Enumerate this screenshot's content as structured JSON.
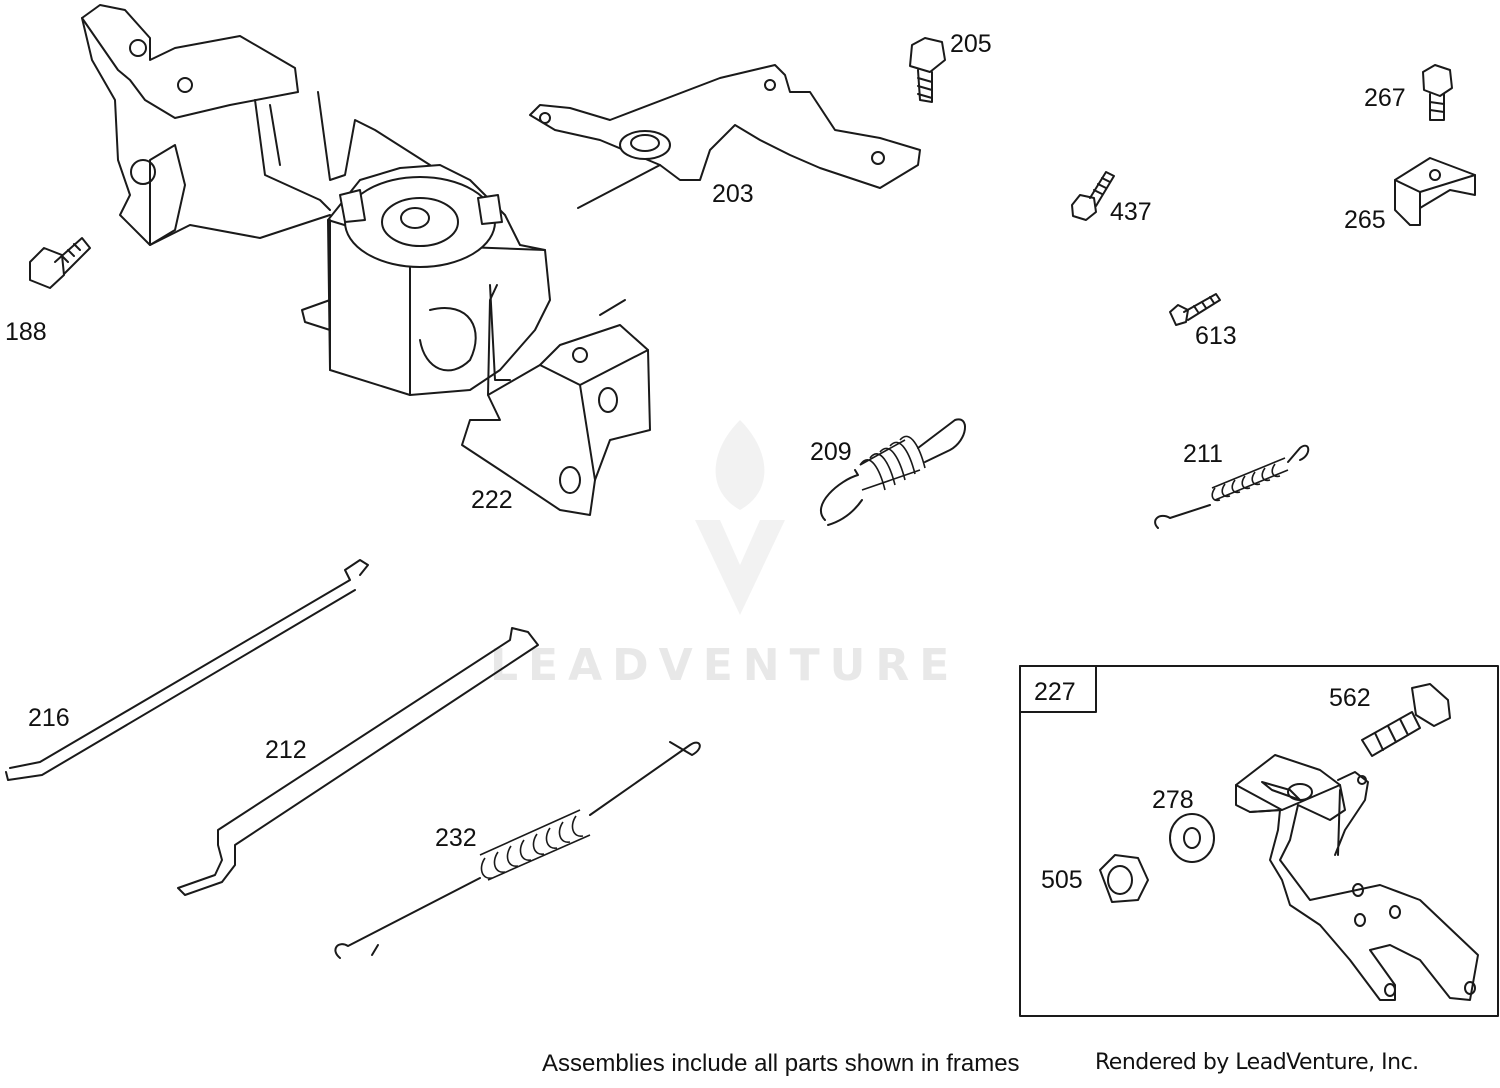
{
  "watermark": "LEADVENTURE",
  "frame_label": "227",
  "part_labels": {
    "p188": "188",
    "p203": "203",
    "p205": "205",
    "p267": "267",
    "p437": "437",
    "p265": "265",
    "p613": "613",
    "p209": "209",
    "p211": "211",
    "p222": "222",
    "p216": "216",
    "p212": "212",
    "p232": "232",
    "p562": "562",
    "p278": "278",
    "p505": "505"
  },
  "footer": {
    "note": "Assemblies include all parts shown in frames",
    "credit": "Rendered by LeadVenture, Inc."
  }
}
